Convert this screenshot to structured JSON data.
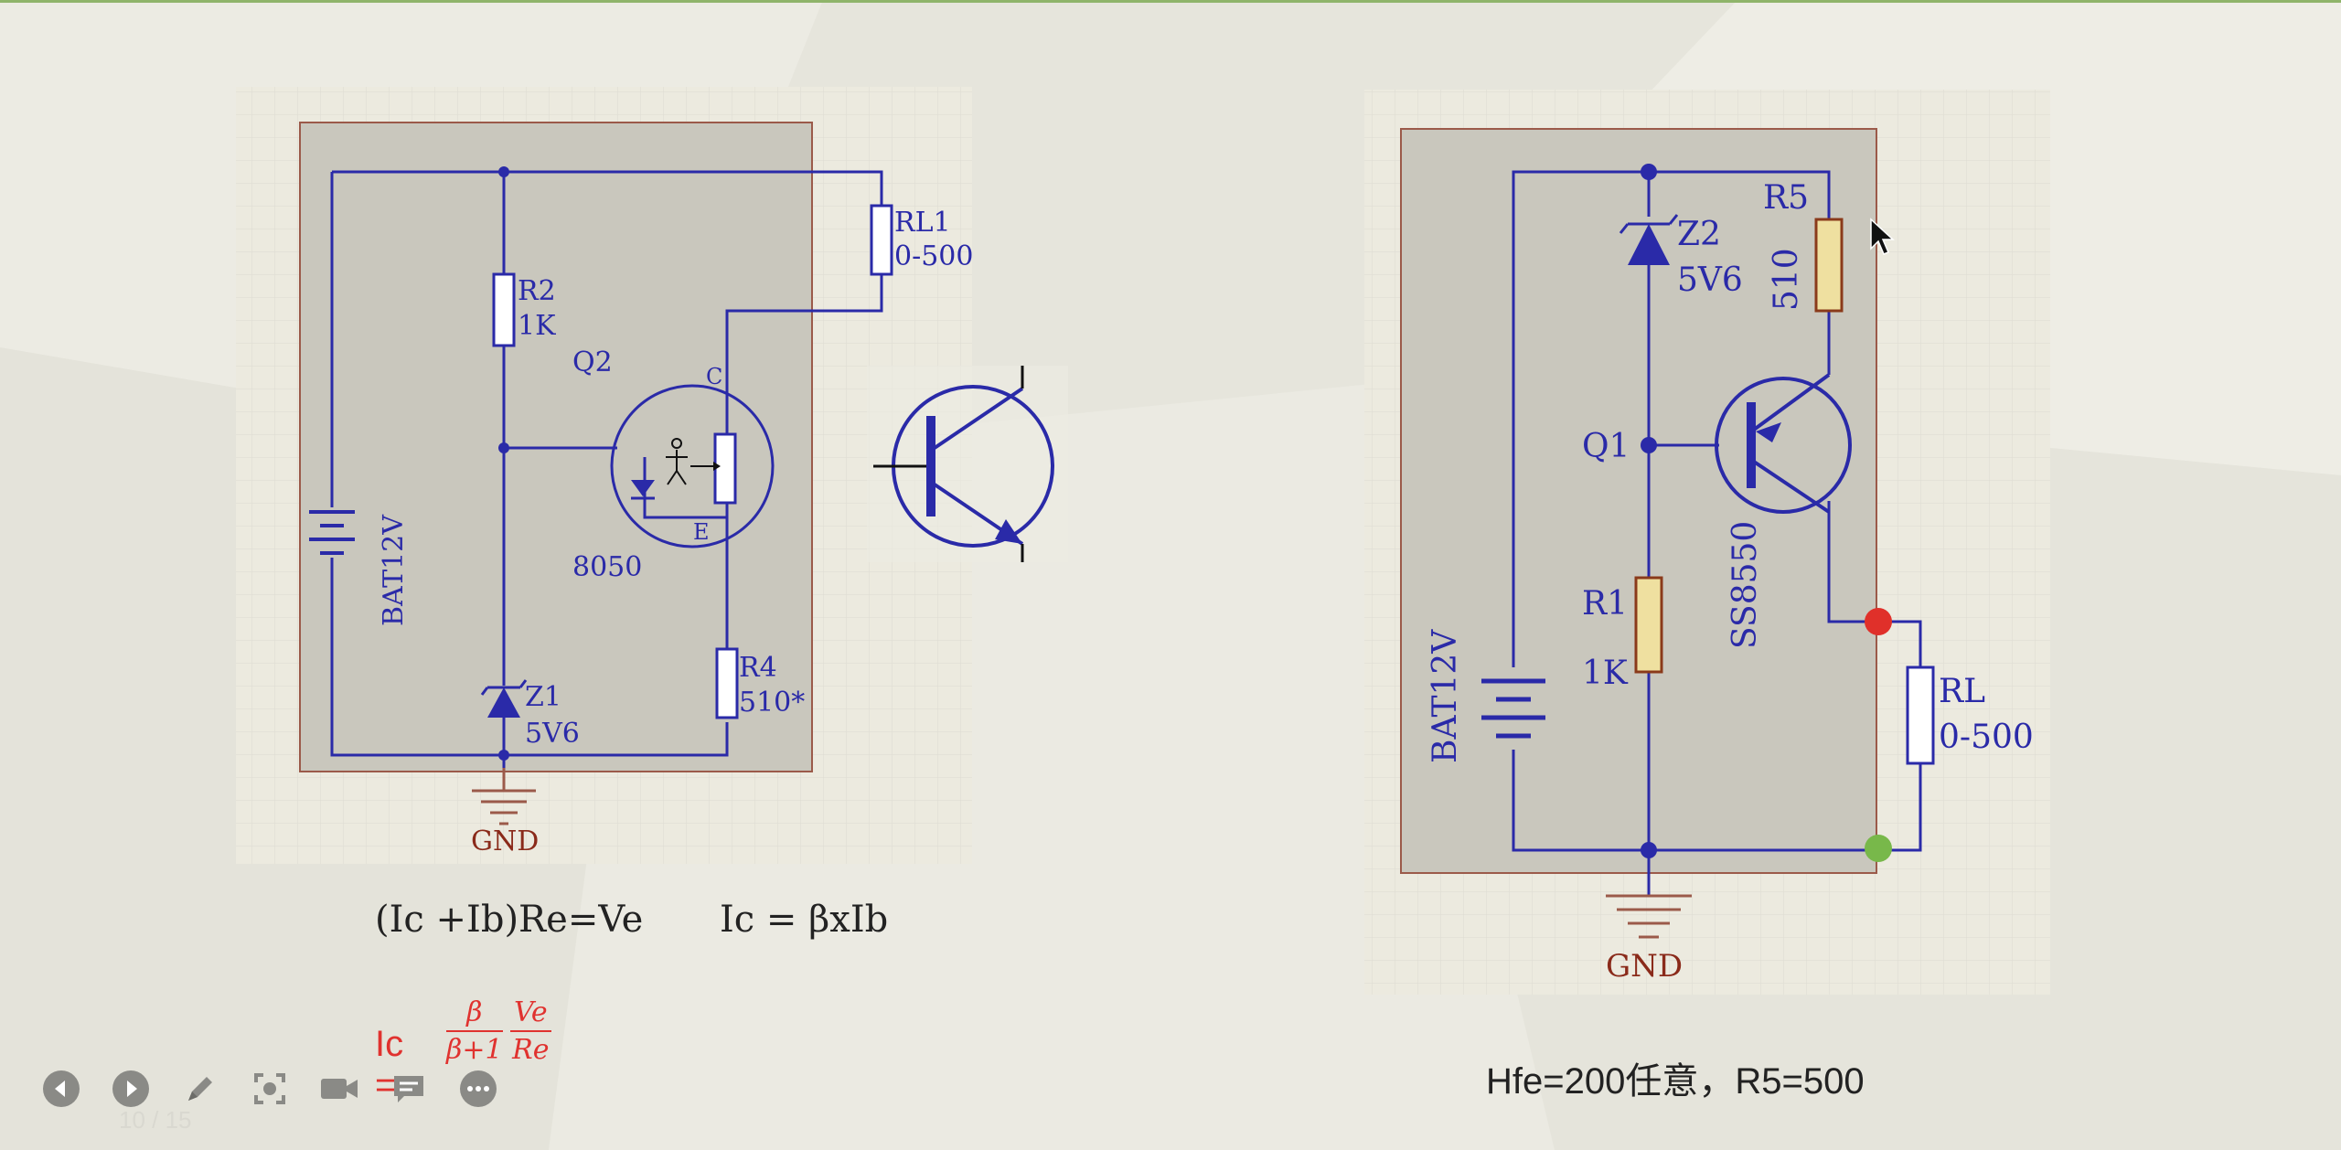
{
  "left_circuit": {
    "labels": {
      "rl1": "RL1",
      "rl1_value": "0-500",
      "r2": "R2",
      "r2_value": "1K",
      "q2": "Q2",
      "q2_part": "8050",
      "collector": "C",
      "emitter": "E",
      "battery": "BAT12V",
      "z1": "Z1",
      "z1_value": "5V6",
      "r4": "R4",
      "r4_value": "510*",
      "gnd": "GND"
    }
  },
  "right_circuit": {
    "labels": {
      "r5": "R5",
      "r5_value": "510",
      "z2": "Z2",
      "z2_value": "5V6",
      "q1": "Q1",
      "q1_part": "SS8550",
      "r1": "R1",
      "r1_value": "1K",
      "battery": "BAT12V",
      "rl": "RL",
      "rl_value": "0-500",
      "gnd": "GND"
    }
  },
  "captions": {
    "equation_1": "(Ic +Ib)Re=Ve",
    "equation_2": "Ic = βxIb",
    "right_note": "Hfe=200任意，R5=500"
  },
  "formula": {
    "lhs": "Ic =",
    "frac1_num": "β",
    "frac1_den": "β+1",
    "frac2_num": "Ve",
    "frac2_den": "Re"
  },
  "toolbar": {
    "page_info": "10 / 15",
    "buttons": [
      "prev-icon",
      "next-icon",
      "pen-icon",
      "screenshot-icon",
      "camera-icon",
      "comment-icon",
      "more-icon"
    ]
  },
  "colors": {
    "wire": "#2a2aa8",
    "frame": "#9b5a4a",
    "panel": "#c9c7bd",
    "resistor_fill": "#efe0a0",
    "resistor_stroke": "#8a3a1a",
    "gnd_text": "#8a2a1a",
    "formula_red": "#e0322f",
    "dot_red": "#e0302a",
    "dot_green": "#78b84a"
  }
}
